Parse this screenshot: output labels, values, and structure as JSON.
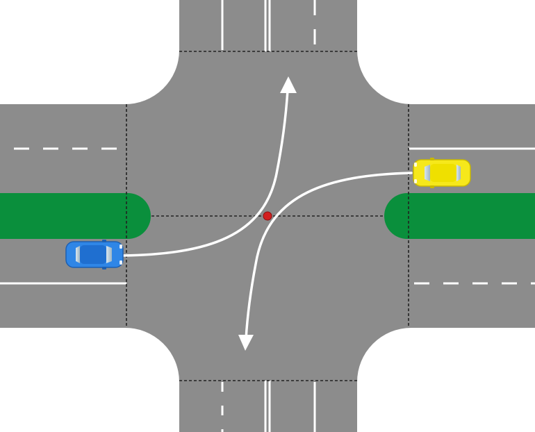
{
  "colors": {
    "background": "#ffffff",
    "road": "#8c8c8c",
    "marking": "#ffffff",
    "stop_line": "#222222",
    "median": "#0a8f3c",
    "blue_car": "#2f86e6",
    "yellow_car": "#f6e81b",
    "conflict_point": "#d21f1f",
    "arrow": "#ffffff"
  },
  "vehicles": [
    {
      "name": "blue-car",
      "color_key": "blue_car",
      "heading": "east"
    },
    {
      "name": "yellow-car",
      "color_key": "yellow_car",
      "heading": "west"
    }
  ],
  "paths": [
    {
      "name": "blue-car-left-turn-path",
      "from": "west",
      "to": "north"
    },
    {
      "name": "yellow-car-left-turn-path",
      "from": "east",
      "to": "south"
    }
  ]
}
